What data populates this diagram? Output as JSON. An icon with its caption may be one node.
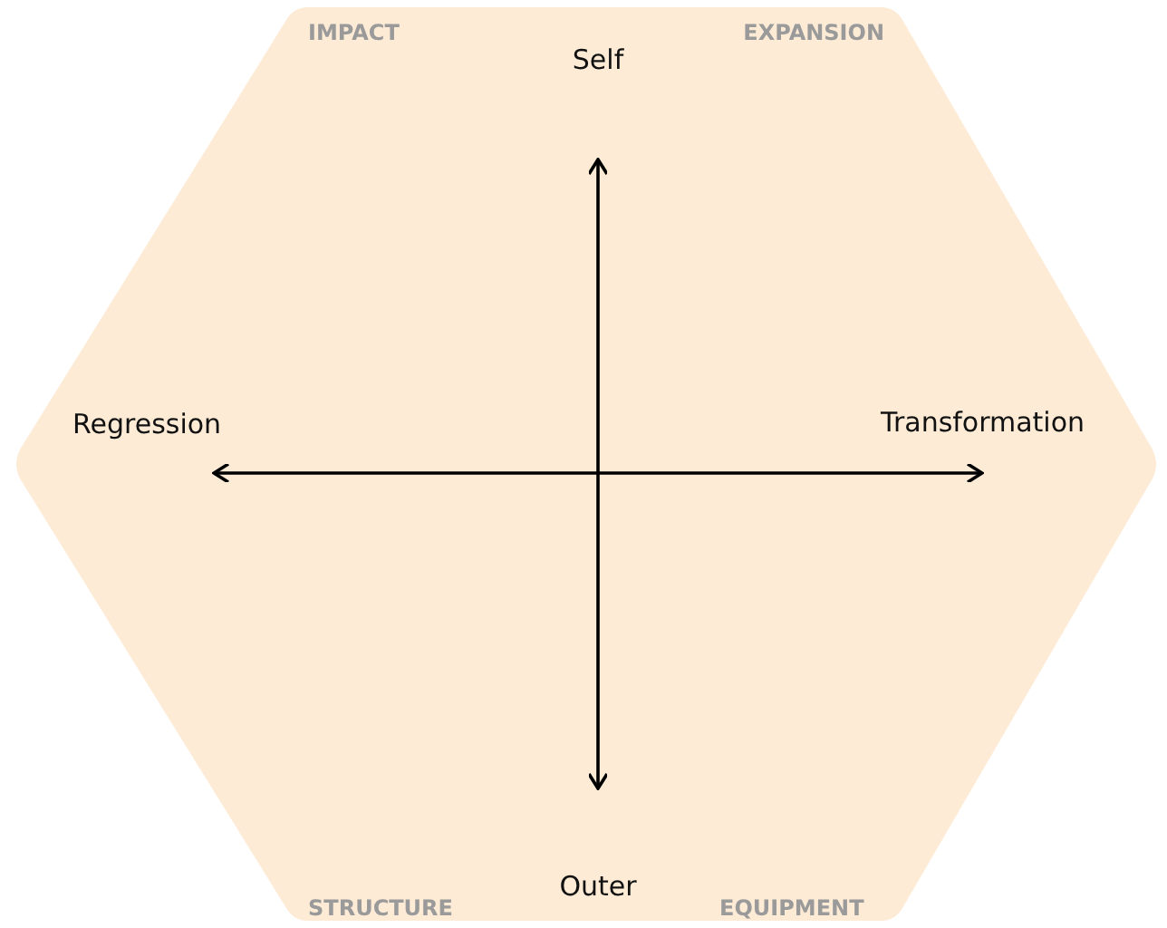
{
  "diagram": {
    "labels": [
      "IMPACT",
      "Self",
      "EXPANSION",
      "Regression",
      "Transformation",
      "STRUCTURE",
      "Outer",
      "EQUIPMENT"
    ]
  }
}
